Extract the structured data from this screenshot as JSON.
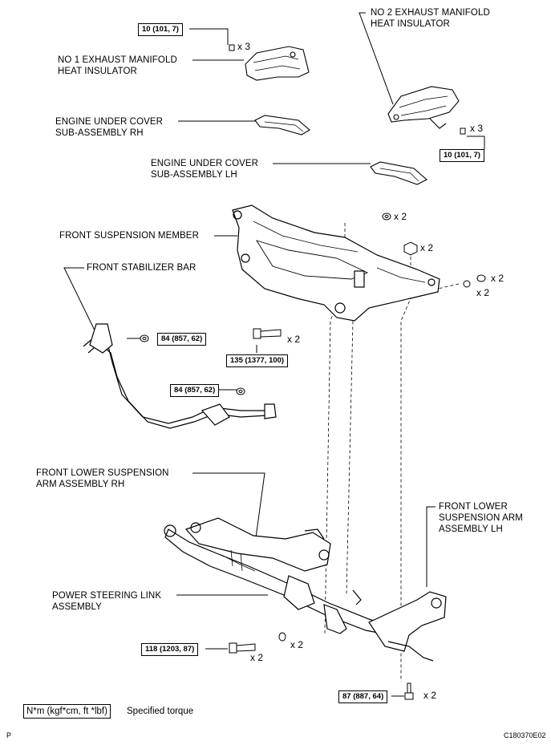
{
  "labels": {
    "no1_insulator": "NO 1 EXHAUST MANIFOLD\nHEAT INSULATOR",
    "no2_insulator": "NO 2 EXHAUST MANIFOLD\nHEAT INSULATOR",
    "under_cover_rh": "ENGINE UNDER COVER\nSUB-ASSEMBLY RH",
    "under_cover_lh": "ENGINE UNDER COVER\nSUB-ASSEMBLY LH",
    "suspension_member": "FRONT SUSPENSION MEMBER",
    "stabilizer_bar": "FRONT STABILIZER BAR",
    "lower_arm_rh": "FRONT LOWER SUSPENSION\nARM ASSEMBLY RH",
    "lower_arm_lh": "FRONT LOWER\nSUSPENSION ARM\nASSEMBLY LH",
    "steering_link": "POWER STEERING LINK\nASSEMBLY"
  },
  "torques": {
    "t_top_left": "10 (101, 7)",
    "t_top_right": "10 (101, 7)",
    "t_stab_upper": "84 (857, 62)",
    "t_stab_lower": "84 (857, 62)",
    "t_member_bolt": "135 (1377, 100)",
    "t_steering_bolt": "118 (1203, 87)",
    "t_arm_bolt": "87 (887, 64)"
  },
  "quantities": {
    "q_top_left": "x 3",
    "q_top_right": "x 3",
    "q_nut1": "x 2",
    "q_nut2": "x 2",
    "q_washer": "x 2",
    "q_washer2": "x 2",
    "q_member_bolt": "x 2",
    "q_steer_washer": "x 2",
    "q_steer_bolt": "x 2",
    "q_arm_bolt": "x 2"
  },
  "legend": {
    "units": "N*m (kgf*cm, ft *lbf)",
    "meaning": "Specified torque"
  },
  "corner": {
    "page_mark": "P",
    "code": "C180370E02"
  }
}
